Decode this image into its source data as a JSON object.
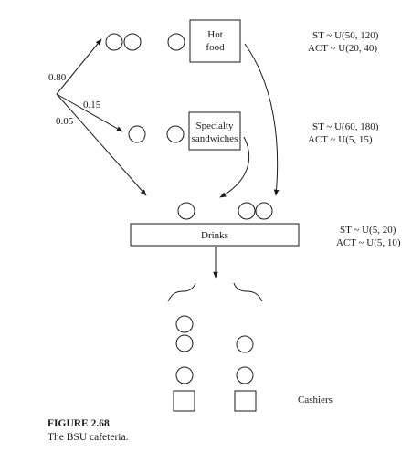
{
  "stations": {
    "hot_food": {
      "label_lines": [
        "Hot",
        "food"
      ],
      "st": "ST ~ U(50, 120)",
      "act": "ACT ~ U(20, 40)"
    },
    "specialty": {
      "label_lines": [
        "Specialty",
        "sandwiches"
      ],
      "st": "ST ~ U(60, 180)",
      "act": "ACT ~ U(5, 15)"
    },
    "drinks": {
      "label": "Drinks",
      "st": "ST ~ U(5, 20)",
      "act": "ACT ~ U(5, 10)"
    }
  },
  "routing": {
    "to_hot_food": "0.80",
    "to_specialty": "0.15",
    "to_drinks": "0.05"
  },
  "cashiers_label": "Cashiers",
  "caption": {
    "number": "FIGURE 2.68",
    "text": "The BSU cafeteria."
  },
  "colors": {
    "ink": "#1a1a1a",
    "background": "#ffffff"
  }
}
